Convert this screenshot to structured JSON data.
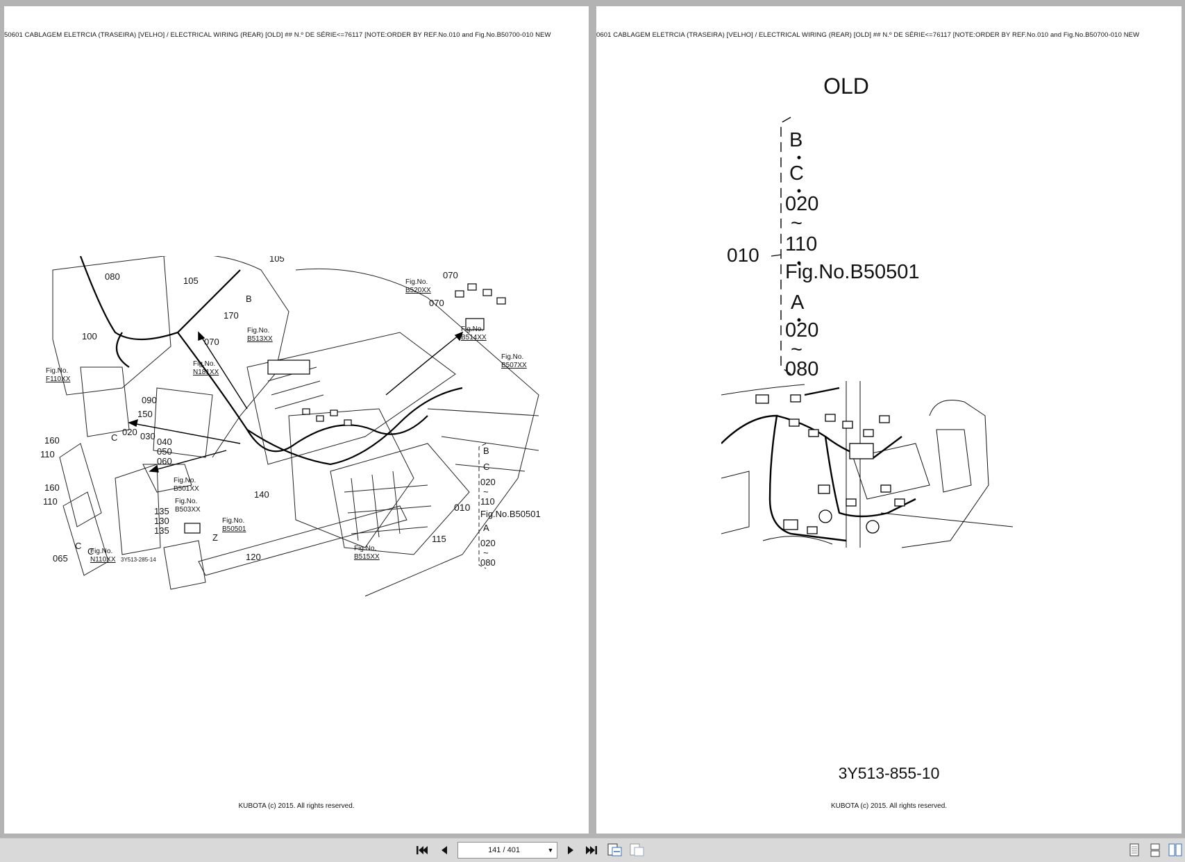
{
  "pages": {
    "left": {
      "header": "50601    CABLAGEM ELETRCIA (TRASEIRA) [VELHO] / ELECTRICAL WIRING (REAR) [OLD] ## N.º DE SÉRIE<=76117 [NOTE:ORDER BY REF.No.010 and Fig.No.B50700-010 NEW",
      "footer": "KUBOTA (c) 2015. All rights reserved.",
      "drawing_code": "3Y513-285-14",
      "callouts": {
        "c080a": "080",
        "c080b": "080",
        "c070a": "070",
        "c105a": "105",
        "c105b": "105",
        "c105c": "105",
        "c170": "170",
        "c070b": "070",
        "c100": "100",
        "c070c": "070",
        "c070d": "070",
        "cB": "B",
        "c090": "090",
        "c150": "150",
        "c160a": "160",
        "c110a": "110",
        "c020": "020",
        "c030": "030",
        "c040": "040",
        "c050": "050",
        "c060": "060",
        "cCa": "C",
        "c160b": "160",
        "c110b": "110",
        "c140": "140",
        "c135a": "135",
        "c130": "130",
        "c135b": "135",
        "cZ": "Z",
        "c120": "120",
        "c115": "115",
        "c065": "065",
        "cCb": "C",
        "cCc": "C"
      },
      "fig_refs": {
        "f520_a": "Fig.No.",
        "f520_b": "B520XX",
        "f513_a": "Fig.No.",
        "f513_b": "B513XX",
        "f514_a": "Fig.No.",
        "f514_b": "B514XX",
        "f507_a": "Fig.No.",
        "f507_b": "B507XX",
        "f181_a": "Fig.No.",
        "f181_b": "N181XX",
        "f110_a": "Fig.No.",
        "f110_b": "F110XX",
        "f501_a": "Fig.No.",
        "f501_b": "B501XX",
        "f503_a": "Fig.No.",
        "f503_b": "B503XX",
        "f50501_a": "Fig.No.",
        "f50501_b": "B50501",
        "f515_a": "Fig.No.",
        "f515_b": "B515XX",
        "fN110_a": "Fig.No.",
        "fN110_b": "N110XX"
      },
      "legend": [
        "B",
        "C",
        "020",
        "~",
        "110",
        "Fig.No.B50501",
        "A",
        "020",
        "~",
        "080"
      ],
      "legend_ref": "010"
    },
    "right": {
      "header": "0601    CABLAGEM ELETRCIA (TRASEIRA) [VELHO] / ELECTRICAL WIRING (REAR) [OLD] ## N.º DE SÉRIE<=76117 [NOTE:ORDER BY REF.No.010 and Fig.No.B50700-010 NEW",
      "footer": "KUBOTA (c) 2015. All rights reserved.",
      "title": "OLD",
      "legend": [
        "B",
        "C",
        "020",
        "~",
        "110",
        "Fig.No.B50501",
        "A",
        "020",
        "~",
        "080"
      ],
      "legend_ref": "010",
      "part_number": "3Y513-855-10"
    }
  },
  "toolbar": {
    "page_indicator": "141 / 401",
    "icons": {
      "first": "first-page-icon",
      "prev": "previous-page-icon",
      "next": "next-page-icon",
      "last": "last-page-icon",
      "fit_width": "fit-width-icon",
      "fit_page": "fit-page-icon",
      "single": "single-page-view-icon",
      "continuous": "continuous-view-icon",
      "two_page": "two-page-view-icon"
    },
    "accent": "#3b6fb6"
  }
}
